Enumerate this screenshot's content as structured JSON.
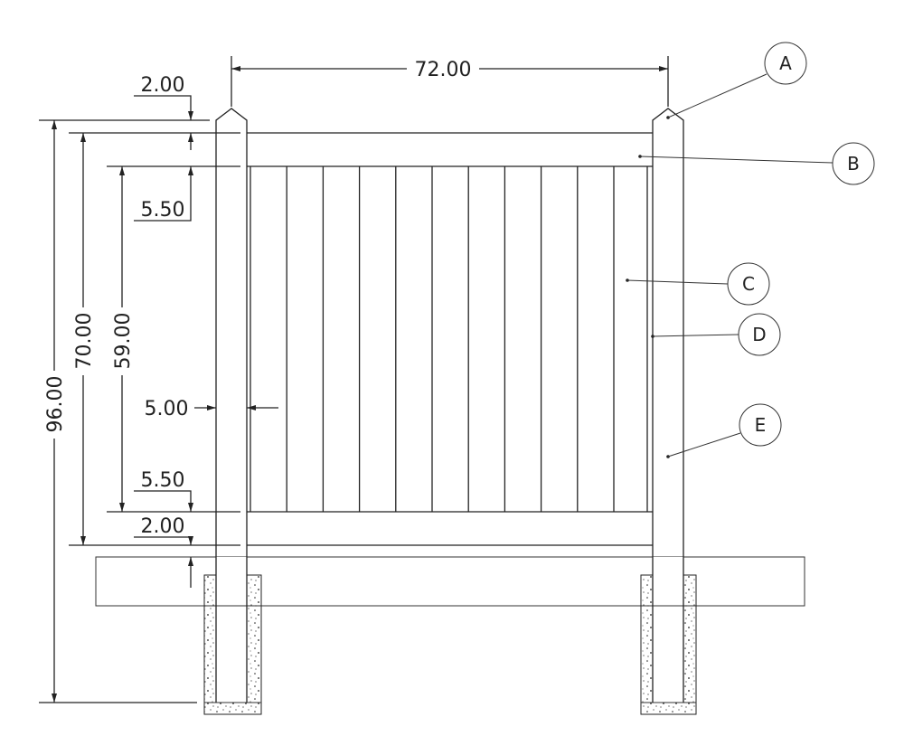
{
  "dimensions": {
    "post_spacing": "72.00",
    "post_cap": "2.00",
    "top_rail": "5.50",
    "overall_height": "96.00",
    "panel_height": "70.00",
    "picket_height": "59.00",
    "post_width": "5.00",
    "bottom_rail": "5.50",
    "ground_gap": "2.00"
  },
  "callouts": [
    "A",
    "B",
    "C",
    "D",
    "E"
  ],
  "colors": {
    "line": "#222222",
    "background": "#ffffff"
  }
}
